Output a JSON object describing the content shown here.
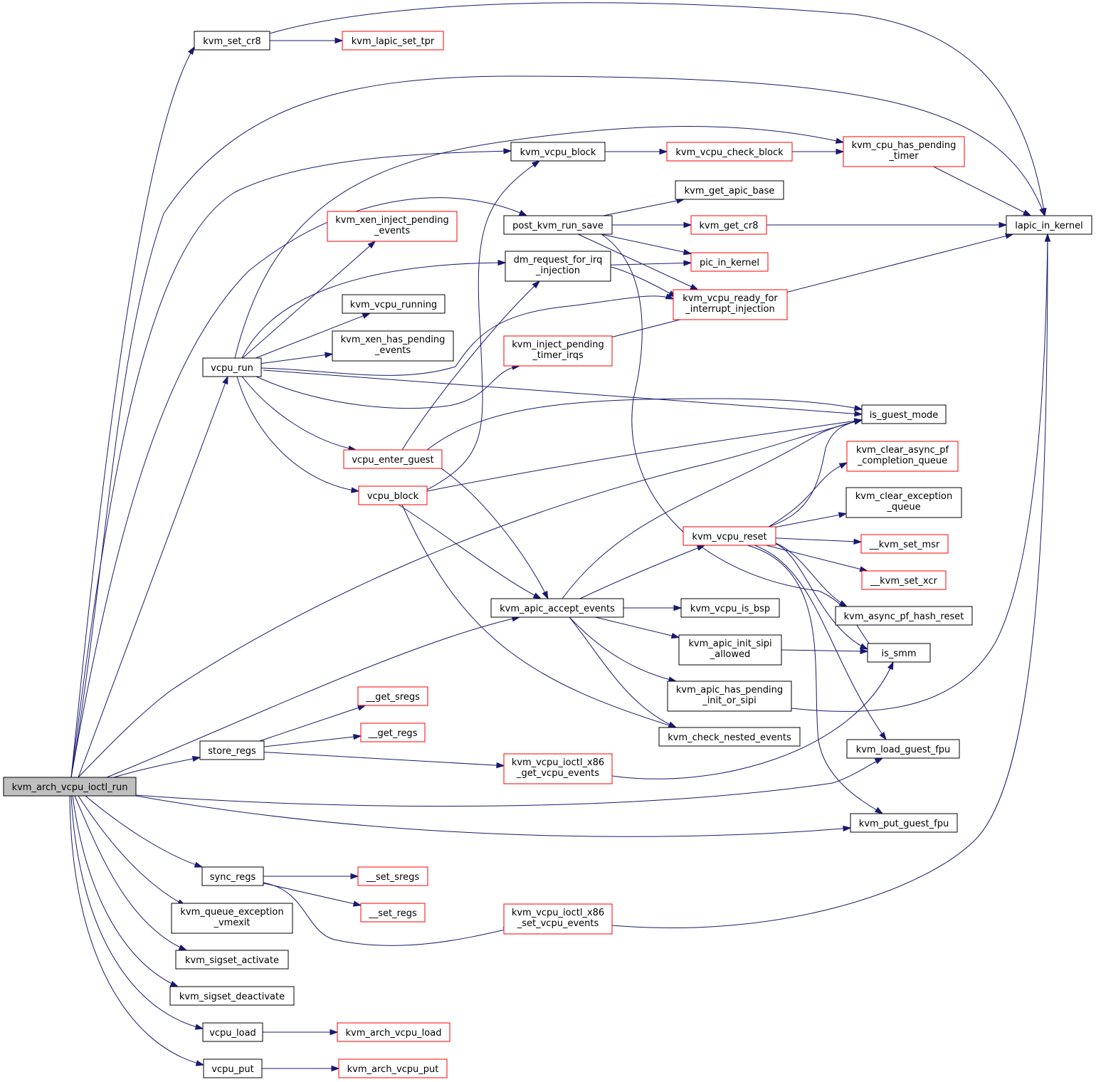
{
  "graph": {
    "title": "",
    "colors": {
      "edge": "#191970",
      "root_fill": "#bfbfbf",
      "box_black": "#000000",
      "box_red": "#ff0000",
      "background": "#ffffff"
    },
    "nodes": [
      {
        "id": "root",
        "lines": [
          "kvm_arch_vcpu_ioctl_run"
        ],
        "style": "root"
      },
      {
        "id": "set_cr8",
        "lines": [
          "kvm_set_cr8"
        ],
        "style": "black"
      },
      {
        "id": "lapic_set_tpr",
        "lines": [
          "kvm_lapic_set_tpr"
        ],
        "style": "red"
      },
      {
        "id": "lapic_in_kernel",
        "lines": [
          "lapic_in_kernel"
        ],
        "style": "black"
      },
      {
        "id": "vcpu_block_kvm",
        "lines": [
          "kvm_vcpu_block"
        ],
        "style": "black"
      },
      {
        "id": "check_block",
        "lines": [
          "kvm_vcpu_check_block"
        ],
        "style": "red"
      },
      {
        "id": "cpu_has_pending_timer",
        "lines": [
          "kvm_cpu_has_pending",
          "_timer"
        ],
        "style": "red"
      },
      {
        "id": "get_apic_base",
        "lines": [
          "kvm_get_apic_base"
        ],
        "style": "black"
      },
      {
        "id": "post_kvm_run_save",
        "lines": [
          "post_kvm_run_save"
        ],
        "style": "black"
      },
      {
        "id": "get_cr8",
        "lines": [
          "kvm_get_cr8"
        ],
        "style": "red"
      },
      {
        "id": "xen_inject",
        "lines": [
          "kvm_xen_inject_pending",
          "_events"
        ],
        "style": "red"
      },
      {
        "id": "dm_request",
        "lines": [
          "dm_request_for_irq",
          "_injection"
        ],
        "style": "black"
      },
      {
        "id": "pic_in_kernel",
        "lines": [
          "pic_in_kernel"
        ],
        "style": "red"
      },
      {
        "id": "vcpu_running",
        "lines": [
          "kvm_vcpu_running"
        ],
        "style": "black"
      },
      {
        "id": "ready_for_irq",
        "lines": [
          "kvm_vcpu_ready_for",
          "_interrupt_injection"
        ],
        "style": "red"
      },
      {
        "id": "xen_has_pending",
        "lines": [
          "kvm_xen_has_pending",
          "_events"
        ],
        "style": "black"
      },
      {
        "id": "inject_timer_irqs",
        "lines": [
          "kvm_inject_pending",
          "_timer_irqs"
        ],
        "style": "red"
      },
      {
        "id": "vcpu_run",
        "lines": [
          "vcpu_run"
        ],
        "style": "black"
      },
      {
        "id": "is_guest_mode",
        "lines": [
          "is_guest_mode"
        ],
        "style": "black"
      },
      {
        "id": "vcpu_enter_guest",
        "lines": [
          "vcpu_enter_guest"
        ],
        "style": "red"
      },
      {
        "id": "clear_async_pf",
        "lines": [
          "kvm_clear_async_pf",
          "_completion_queue"
        ],
        "style": "red"
      },
      {
        "id": "vcpu_block",
        "lines": [
          "vcpu_block"
        ],
        "style": "red"
      },
      {
        "id": "clear_exception",
        "lines": [
          "kvm_clear_exception",
          "_queue"
        ],
        "style": "black"
      },
      {
        "id": "vcpu_reset",
        "lines": [
          "kvm_vcpu_reset"
        ],
        "style": "red"
      },
      {
        "id": "set_msr",
        "lines": [
          "__kvm_set_msr"
        ],
        "style": "red"
      },
      {
        "id": "set_xcr",
        "lines": [
          "__kvm_set_xcr"
        ],
        "style": "red"
      },
      {
        "id": "accept_events",
        "lines": [
          "kvm_apic_accept_events"
        ],
        "style": "black"
      },
      {
        "id": "vcpu_is_bsp",
        "lines": [
          "kvm_vcpu_is_bsp"
        ],
        "style": "black"
      },
      {
        "id": "async_pf_hash_reset",
        "lines": [
          "kvm_async_pf_hash_reset"
        ],
        "style": "black"
      },
      {
        "id": "init_sipi_allowed",
        "lines": [
          "kvm_apic_init_sipi",
          "_allowed"
        ],
        "style": "black"
      },
      {
        "id": "is_smm",
        "lines": [
          "is_smm"
        ],
        "style": "black"
      },
      {
        "id": "get_sregs",
        "lines": [
          "__get_sregs"
        ],
        "style": "red"
      },
      {
        "id": "has_pending_init",
        "lines": [
          "kvm_apic_has_pending",
          "_init_or_sipi"
        ],
        "style": "black"
      },
      {
        "id": "get_regs",
        "lines": [
          "__get_regs"
        ],
        "style": "red"
      },
      {
        "id": "check_nested",
        "lines": [
          "kvm_check_nested_events"
        ],
        "style": "black"
      },
      {
        "id": "store_regs",
        "lines": [
          "store_regs"
        ],
        "style": "black"
      },
      {
        "id": "load_guest_fpu",
        "lines": [
          "kvm_load_guest_fpu"
        ],
        "style": "black"
      },
      {
        "id": "get_vcpu_events",
        "lines": [
          "kvm_vcpu_ioctl_x86",
          "_get_vcpu_events"
        ],
        "style": "red"
      },
      {
        "id": "put_guest_fpu",
        "lines": [
          "kvm_put_guest_fpu"
        ],
        "style": "black"
      },
      {
        "id": "sync_regs",
        "lines": [
          "sync_regs"
        ],
        "style": "black"
      },
      {
        "id": "set_sregs",
        "lines": [
          "__set_sregs"
        ],
        "style": "red"
      },
      {
        "id": "queue_exc_vmexit",
        "lines": [
          "kvm_queue_exception",
          "_vmexit"
        ],
        "style": "black"
      },
      {
        "id": "set_regs",
        "lines": [
          "__set_regs"
        ],
        "style": "red"
      },
      {
        "id": "set_vcpu_events",
        "lines": [
          "kvm_vcpu_ioctl_x86",
          "_set_vcpu_events"
        ],
        "style": "red"
      },
      {
        "id": "sigset_activate",
        "lines": [
          "kvm_sigset_activate"
        ],
        "style": "black"
      },
      {
        "id": "sigset_deactivate",
        "lines": [
          "kvm_sigset_deactivate"
        ],
        "style": "black"
      },
      {
        "id": "vcpu_load",
        "lines": [
          "vcpu_load"
        ],
        "style": "black"
      },
      {
        "id": "arch_vcpu_load",
        "lines": [
          "kvm_arch_vcpu_load"
        ],
        "style": "red"
      },
      {
        "id": "vcpu_put",
        "lines": [
          "vcpu_put"
        ],
        "style": "black"
      },
      {
        "id": "arch_vcpu_put",
        "lines": [
          "kvm_arch_vcpu_put"
        ],
        "style": "red"
      }
    ],
    "edges": [
      {
        "from": "root",
        "to": "set_cr8"
      },
      {
        "from": "root",
        "to": "lapic_in_kernel"
      },
      {
        "from": "root",
        "to": "vcpu_block_kvm"
      },
      {
        "from": "root",
        "to": "post_kvm_run_save"
      },
      {
        "from": "root",
        "to": "vcpu_run"
      },
      {
        "from": "root",
        "to": "is_guest_mode"
      },
      {
        "from": "root",
        "to": "accept_events"
      },
      {
        "from": "root",
        "to": "store_regs"
      },
      {
        "from": "root",
        "to": "load_guest_fpu"
      },
      {
        "from": "root",
        "to": "put_guest_fpu"
      },
      {
        "from": "root",
        "to": "sync_regs"
      },
      {
        "from": "root",
        "to": "queue_exc_vmexit"
      },
      {
        "from": "root",
        "to": "sigset_activate"
      },
      {
        "from": "root",
        "to": "sigset_deactivate"
      },
      {
        "from": "root",
        "to": "vcpu_load"
      },
      {
        "from": "root",
        "to": "vcpu_put"
      },
      {
        "from": "set_cr8",
        "to": "lapic_set_tpr"
      },
      {
        "from": "set_cr8",
        "to": "lapic_in_kernel"
      },
      {
        "from": "vcpu_block_kvm",
        "to": "check_block"
      },
      {
        "from": "check_block",
        "to": "cpu_has_pending_timer"
      },
      {
        "from": "cpu_has_pending_timer",
        "to": "lapic_in_kernel"
      },
      {
        "from": "post_kvm_run_save",
        "to": "get_apic_base"
      },
      {
        "from": "post_kvm_run_save",
        "to": "get_cr8"
      },
      {
        "from": "post_kvm_run_save",
        "to": "pic_in_kernel"
      },
      {
        "from": "post_kvm_run_save",
        "to": "ready_for_irq"
      },
      {
        "from": "post_kvm_run_save",
        "to": "is_smm"
      },
      {
        "from": "get_cr8",
        "to": "lapic_in_kernel"
      },
      {
        "from": "dm_request",
        "to": "pic_in_kernel"
      },
      {
        "from": "dm_request",
        "to": "ready_for_irq"
      },
      {
        "from": "inject_timer_irqs",
        "to": "lapic_in_kernel"
      },
      {
        "from": "vcpu_run",
        "to": "cpu_has_pending_timer"
      },
      {
        "from": "vcpu_run",
        "to": "xen_inject"
      },
      {
        "from": "vcpu_run",
        "to": "dm_request"
      },
      {
        "from": "vcpu_run",
        "to": "vcpu_running"
      },
      {
        "from": "vcpu_run",
        "to": "xen_has_pending"
      },
      {
        "from": "vcpu_run",
        "to": "ready_for_irq"
      },
      {
        "from": "vcpu_run",
        "to": "inject_timer_irqs"
      },
      {
        "from": "vcpu_run",
        "to": "is_guest_mode"
      },
      {
        "from": "vcpu_run",
        "to": "vcpu_enter_guest"
      },
      {
        "from": "vcpu_run",
        "to": "vcpu_block"
      },
      {
        "from": "vcpu_enter_guest",
        "to": "dm_request"
      },
      {
        "from": "vcpu_enter_guest",
        "to": "is_guest_mode"
      },
      {
        "from": "vcpu_enter_guest",
        "to": "accept_events"
      },
      {
        "from": "vcpu_block",
        "to": "vcpu_block_kvm"
      },
      {
        "from": "vcpu_block",
        "to": "is_guest_mode"
      },
      {
        "from": "vcpu_block",
        "to": "accept_events"
      },
      {
        "from": "vcpu_block",
        "to": "check_nested"
      },
      {
        "from": "vcpu_reset",
        "to": "is_guest_mode"
      },
      {
        "from": "vcpu_reset",
        "to": "clear_async_pf"
      },
      {
        "from": "vcpu_reset",
        "to": "clear_exception"
      },
      {
        "from": "vcpu_reset",
        "to": "set_msr"
      },
      {
        "from": "vcpu_reset",
        "to": "set_xcr"
      },
      {
        "from": "vcpu_reset",
        "to": "async_pf_hash_reset"
      },
      {
        "from": "vcpu_reset",
        "to": "is_smm"
      },
      {
        "from": "vcpu_reset",
        "to": "load_guest_fpu"
      },
      {
        "from": "vcpu_reset",
        "to": "put_guest_fpu"
      },
      {
        "from": "accept_events",
        "to": "is_guest_mode"
      },
      {
        "from": "accept_events",
        "to": "vcpu_reset"
      },
      {
        "from": "accept_events",
        "to": "vcpu_is_bsp"
      },
      {
        "from": "accept_events",
        "to": "init_sipi_allowed"
      },
      {
        "from": "accept_events",
        "to": "has_pending_init"
      },
      {
        "from": "accept_events",
        "to": "check_nested"
      },
      {
        "from": "init_sipi_allowed",
        "to": "is_smm"
      },
      {
        "from": "has_pending_init",
        "to": "lapic_in_kernel"
      },
      {
        "from": "store_regs",
        "to": "get_sregs"
      },
      {
        "from": "store_regs",
        "to": "get_regs"
      },
      {
        "from": "store_regs",
        "to": "get_vcpu_events"
      },
      {
        "from": "get_vcpu_events",
        "to": "is_smm"
      },
      {
        "from": "sync_regs",
        "to": "set_sregs"
      },
      {
        "from": "sync_regs",
        "to": "set_regs"
      },
      {
        "from": "sync_regs",
        "to": "set_vcpu_events"
      },
      {
        "from": "set_vcpu_events",
        "to": "lapic_in_kernel"
      },
      {
        "from": "vcpu_load",
        "to": "arch_vcpu_load"
      },
      {
        "from": "vcpu_put",
        "to": "arch_vcpu_put"
      }
    ]
  }
}
